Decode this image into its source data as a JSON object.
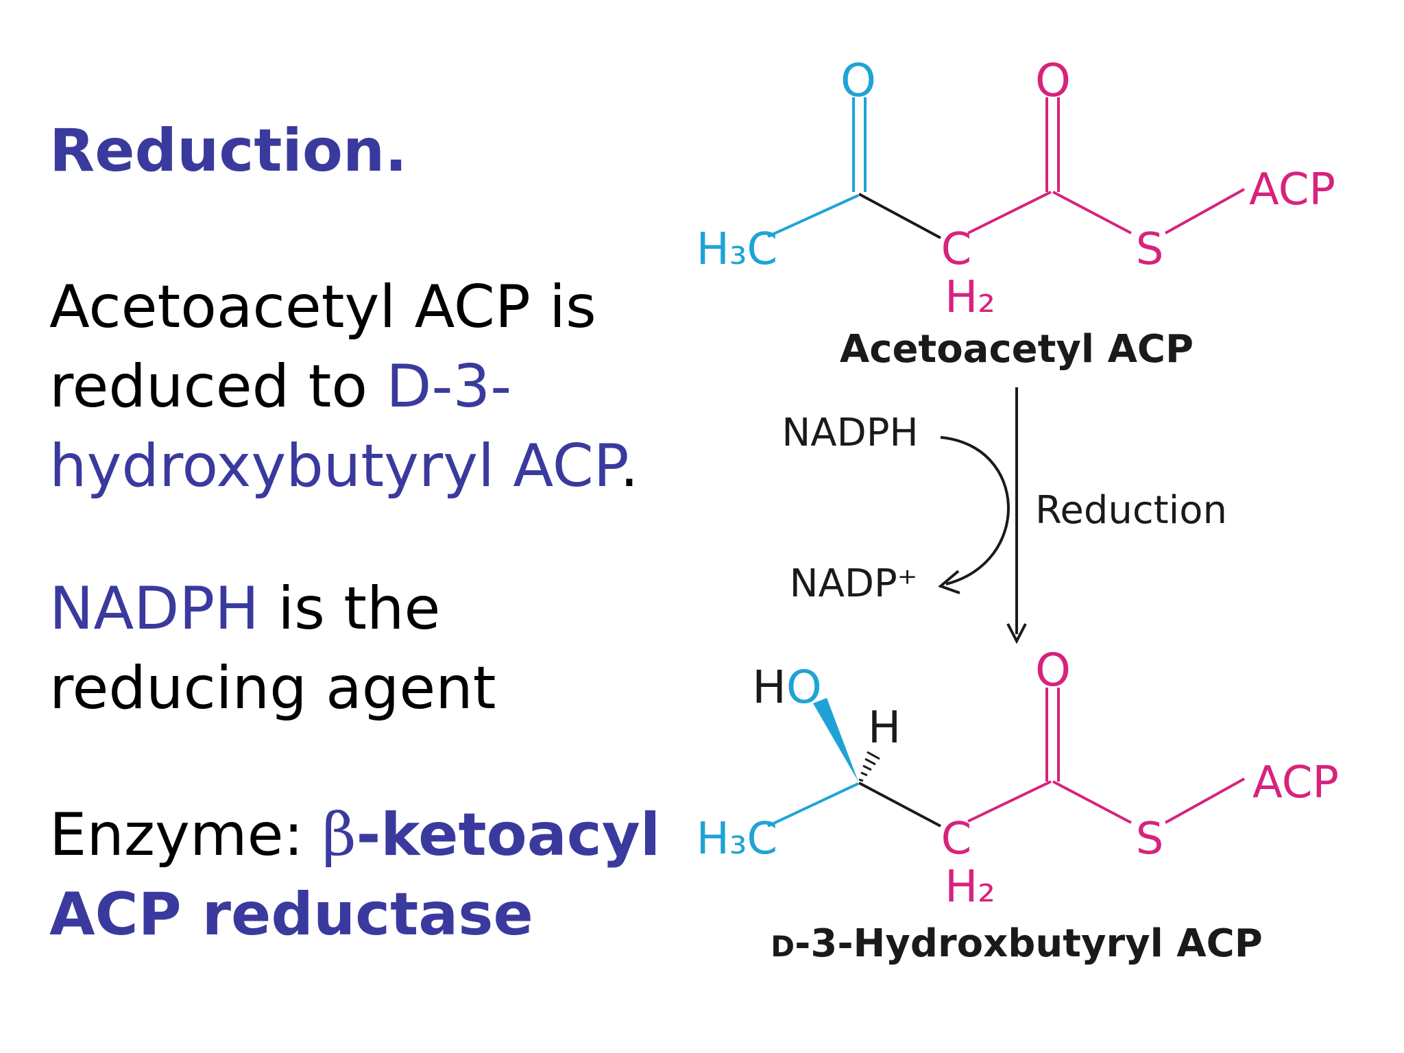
{
  "slide": {
    "title": "Reduction.",
    "para1": {
      "line1": "Acetoacetyl ACP is",
      "line2_pre": "reduced to ",
      "line2_hl": "D-3-",
      "line3_hl": "hydroxybutyryl ACP",
      "line3_post": "."
    },
    "para2": {
      "line1_hl": "NADPH",
      "line1_post": " is the",
      "line2": "reducing agent"
    },
    "para3": {
      "line1_pre": "Enzyme: ",
      "line1_beta": "β",
      "line1_hl": "-ketoacyl",
      "line2_hl": "ACP reductase"
    }
  },
  "scheme": {
    "reactant": {
      "name": "Acetoacetyl ACP",
      "atoms": {
        "ketone_o": "O",
        "thioester_o": "O",
        "methyl": "H₃C",
        "methylene_c": "C",
        "methylene_h": "H₂",
        "sulfur": "S",
        "acp": "ACP"
      }
    },
    "product": {
      "name_prefix": "D",
      "name_rest": "-3-Hydroxbutyryl ACP",
      "atoms": {
        "hydroxyl": "HO",
        "hydrogen": "H",
        "thioester_o": "O",
        "methyl": "H₃C",
        "methylene_c": "C",
        "methylene_h": "H₂",
        "sulfur": "S",
        "acp": "ACP"
      }
    },
    "reaction": {
      "label": "Reduction",
      "cofactor_in": "NADPH",
      "cofactor_out": "NADP⁺"
    },
    "colors": {
      "cyan": "#1fa3d6",
      "magenta": "#d6237d",
      "black": "#1a1a1a",
      "text_blue": "#3a3a9e"
    }
  }
}
